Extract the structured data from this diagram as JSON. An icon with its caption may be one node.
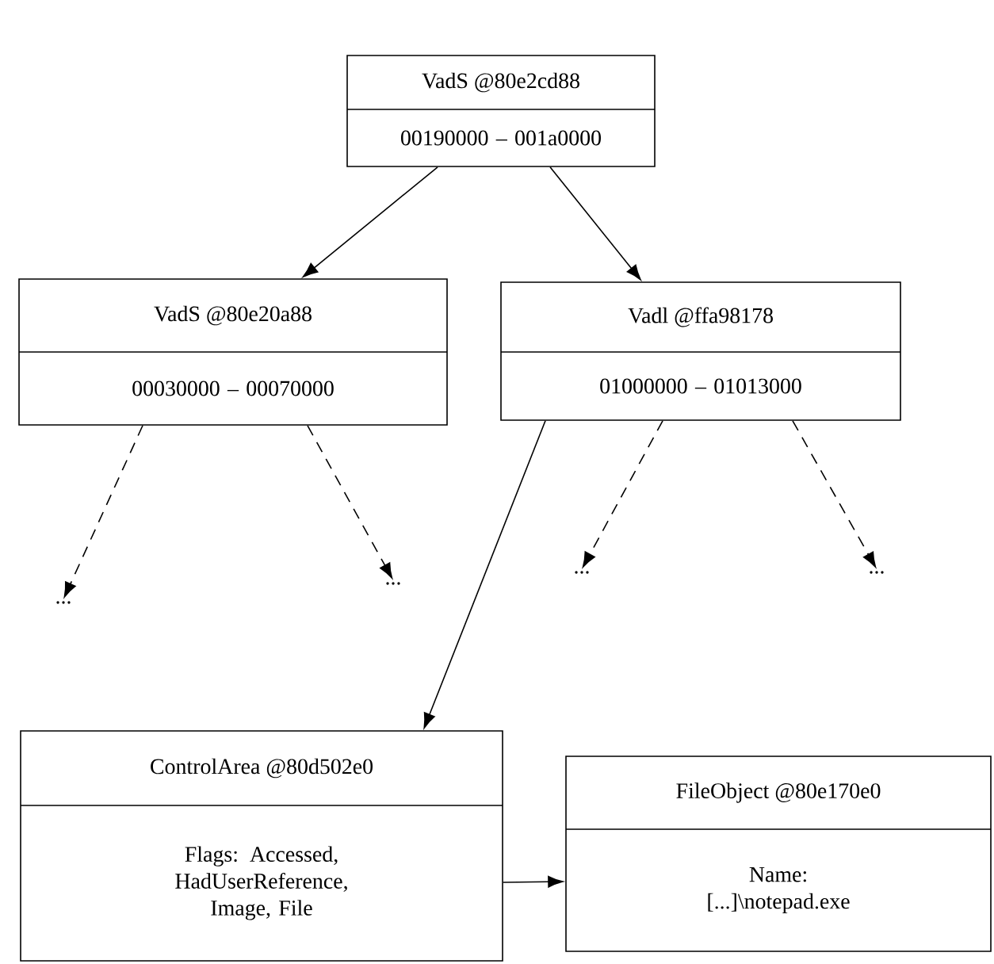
{
  "diagram": {
    "nodes": [
      {
        "text": [
          "VadS @80e2cd88",
          "00190000 – 001a0000"
        ]
      },
      {
        "text": [
          "VadS @80e20a88",
          "00030000 – 00070000"
        ]
      },
      {
        "text": [
          "Vadl @ffa98178",
          "01000000 – 01013000"
        ]
      },
      {
        "text": [
          "..."
        ]
      },
      {
        "text": [
          "..."
        ]
      },
      {
        "text": [
          "..."
        ]
      },
      {
        "text": [
          "..."
        ]
      },
      {
        "text": [
          "ControlArea @80d502e0",
          "Flags: Accessed, HadUserReference, Image, File"
        ]
      },
      {
        "text": [
          "FileObject @80e170e0",
          "Name: [...]\\notepad.exe"
        ]
      }
    ],
    "edges": [
      {
        "from": 0,
        "to": 1,
        "arrow": "to"
      },
      {
        "from": 0,
        "to": 2,
        "arrow": "to"
      },
      {
        "from": 1,
        "to": 3,
        "arrow": "to",
        "style": "dashed"
      },
      {
        "from": 1,
        "to": 4,
        "arrow": "to",
        "style": "dashed"
      },
      {
        "from": 2,
        "to": 5,
        "arrow": "to",
        "style": "dashed"
      },
      {
        "from": 2,
        "to": 6,
        "arrow": "to",
        "style": "dashed"
      },
      {
        "from": 2,
        "to": 7,
        "arrow": "to"
      },
      {
        "from": 7,
        "to": 8,
        "arrow": "to"
      }
    ]
  }
}
